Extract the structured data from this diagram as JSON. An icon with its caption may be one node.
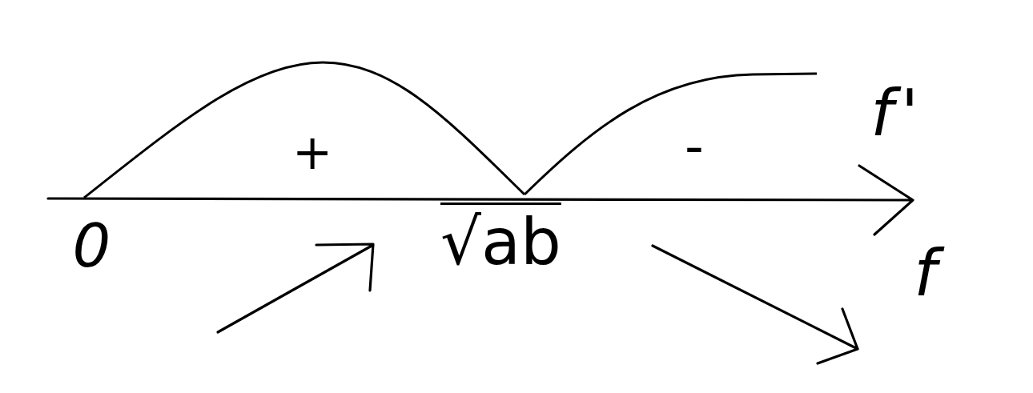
{
  "diagram": {
    "labels": [
      "f'",
      "+",
      "-",
      "0",
      "√ab",
      "f"
    ]
  }
}
